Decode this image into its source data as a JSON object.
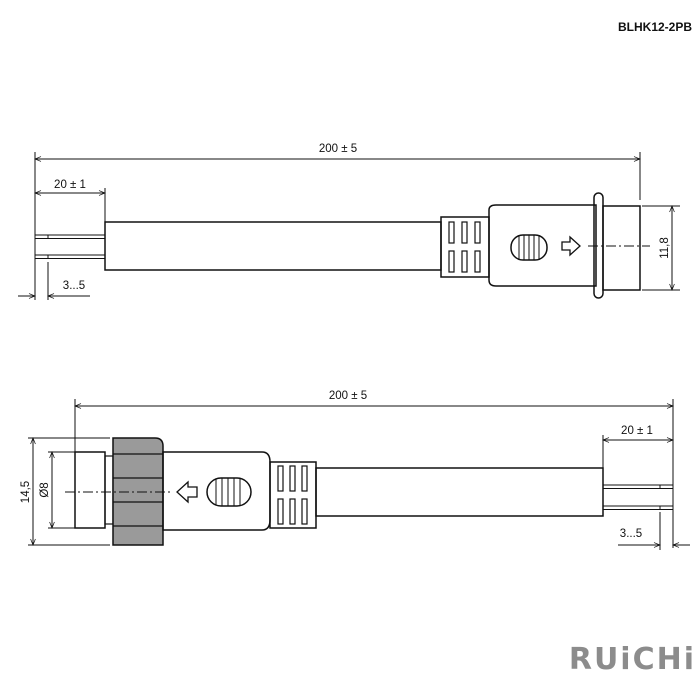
{
  "title": "BLHK12-2PB",
  "logo": "RUiCHi",
  "top_view": {
    "length": "200 ± 5",
    "strip": "20 ± 1",
    "tin": "3...5",
    "height": "11,8"
  },
  "bottom_view": {
    "length": "200 ± 5",
    "strip": "20 ± 1",
    "tin": "3...5",
    "nut_height": "14,5",
    "diameter": "Ø8"
  },
  "colors": {
    "line": "#111111",
    "nut": "#9a9a9a",
    "logo": "#8c8c8c"
  }
}
